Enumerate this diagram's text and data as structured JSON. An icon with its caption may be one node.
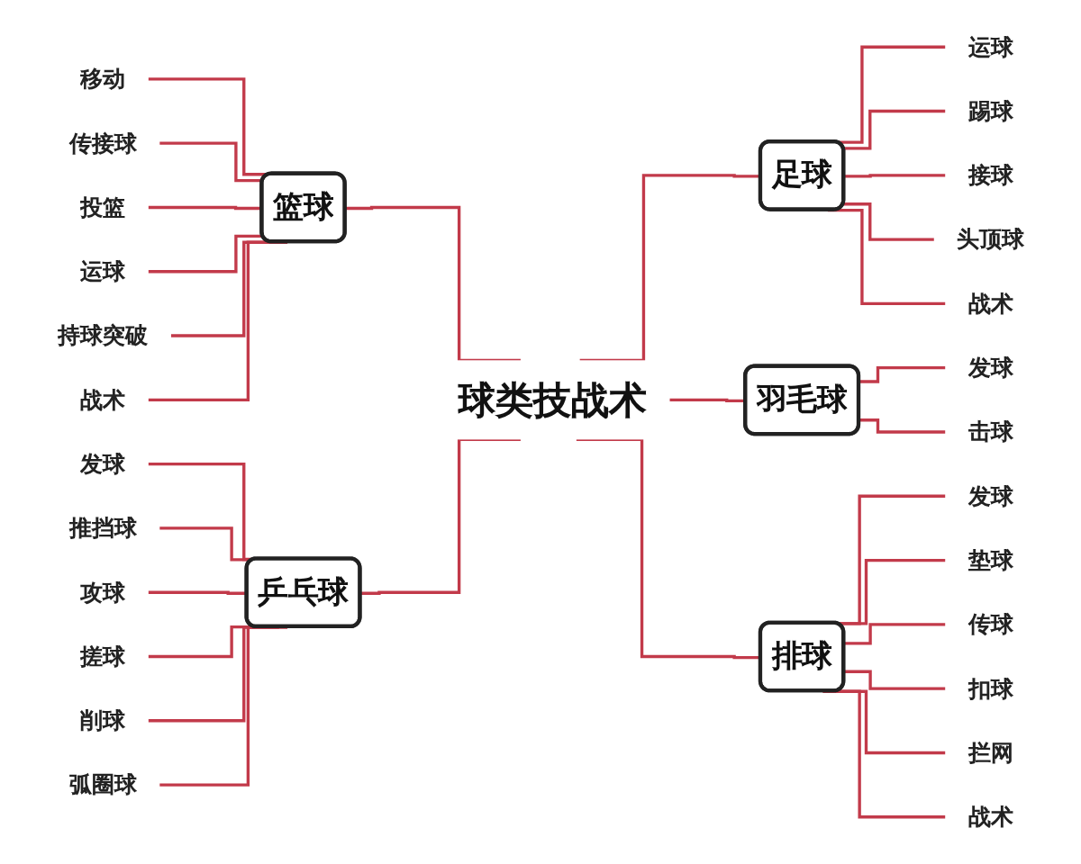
{
  "diagram": {
    "nodes": [
      {
        "text": [
          "球类技战术"
        ]
      },
      {
        "text": [
          "篮球"
        ]
      },
      {
        "text": [
          "移动"
        ]
      },
      {
        "text": [
          "传接球"
        ]
      },
      {
        "text": [
          "投篮"
        ]
      },
      {
        "text": [
          "运球"
        ]
      },
      {
        "text": [
          "持球突破"
        ]
      },
      {
        "text": [
          "战术"
        ]
      },
      {
        "text": [
          "乒乓球"
        ]
      },
      {
        "text": [
          "发球"
        ]
      },
      {
        "text": [
          "推挡球"
        ]
      },
      {
        "text": [
          "攻球"
        ]
      },
      {
        "text": [
          "搓球"
        ]
      },
      {
        "text": [
          "削球"
        ]
      },
      {
        "text": [
          "弧圈球"
        ]
      },
      {
        "text": [
          "足球"
        ]
      },
      {
        "text": [
          "运球"
        ]
      },
      {
        "text": [
          "踢球"
        ]
      },
      {
        "text": [
          "接球"
        ]
      },
      {
        "text": [
          "头顶球"
        ]
      },
      {
        "text": [
          "战术"
        ]
      },
      {
        "text": [
          "羽毛球"
        ]
      },
      {
        "text": [
          "发球"
        ]
      },
      {
        "text": [
          "击球"
        ]
      },
      {
        "text": [
          "排球"
        ]
      },
      {
        "text": [
          "发球"
        ]
      },
      {
        "text": [
          "垫球"
        ]
      },
      {
        "text": [
          "传球"
        ]
      },
      {
        "text": [
          "扣球"
        ]
      },
      {
        "text": [
          "拦网"
        ]
      },
      {
        "text": [
          "战术"
        ]
      }
    ],
    "edges": [
      {
        "from": 2,
        "to": 1,
        "arrow": "none",
        "color": "#c23a4a"
      },
      {
        "from": 3,
        "to": 1,
        "arrow": "none",
        "color": "#c23a4a"
      },
      {
        "from": 4,
        "to": 1,
        "arrow": "none",
        "color": "#c23a4a"
      },
      {
        "from": 5,
        "to": 1,
        "arrow": "none",
        "color": "#c23a4a"
      },
      {
        "from": 6,
        "to": 1,
        "arrow": "none",
        "color": "#c23a4a"
      },
      {
        "from": 7,
        "to": 1,
        "arrow": "none",
        "color": "#c23a4a"
      },
      {
        "from": 1,
        "to": 0,
        "arrow": "none",
        "color": "#c23a4a"
      },
      {
        "from": 9,
        "to": 8,
        "arrow": "none",
        "color": "#c23a4a"
      },
      {
        "from": 10,
        "to": 8,
        "arrow": "none",
        "color": "#c23a4a"
      },
      {
        "from": 11,
        "to": 8,
        "arrow": "none",
        "color": "#c23a4a"
      },
      {
        "from": 12,
        "to": 8,
        "arrow": "none",
        "color": "#c23a4a"
      },
      {
        "from": 13,
        "to": 8,
        "arrow": "none",
        "color": "#c23a4a"
      },
      {
        "from": 14,
        "to": 8,
        "arrow": "none",
        "color": "#c23a4a"
      },
      {
        "from": 8,
        "to": 0,
        "arrow": "none",
        "color": "#c23a4a"
      },
      {
        "from": 0,
        "to": 15,
        "arrow": "none",
        "color": "#c23a4a"
      },
      {
        "from": 15,
        "to": 16,
        "arrow": "none",
        "color": "#c23a4a"
      },
      {
        "from": 15,
        "to": 17,
        "arrow": "none",
        "color": "#c23a4a"
      },
      {
        "from": 15,
        "to": 18,
        "arrow": "none",
        "color": "#c23a4a"
      },
      {
        "from": 15,
        "to": 19,
        "arrow": "none",
        "color": "#c23a4a"
      },
      {
        "from": 15,
        "to": 20,
        "arrow": "none",
        "color": "#c23a4a"
      },
      {
        "from": 0,
        "to": 21,
        "arrow": "none",
        "color": "#c23a4a"
      },
      {
        "from": 21,
        "to": 22,
        "arrow": "none",
        "color": "#c23a4a"
      },
      {
        "from": 21,
        "to": 23,
        "arrow": "none",
        "color": "#c23a4a"
      },
      {
        "from": 0,
        "to": 24,
        "arrow": "none",
        "color": "#c23a4a"
      },
      {
        "from": 24,
        "to": 25,
        "arrow": "none",
        "color": "#c23a4a"
      },
      {
        "from": 24,
        "to": 26,
        "arrow": "none",
        "color": "#c23a4a"
      },
      {
        "from": 24,
        "to": 27,
        "arrow": "none",
        "color": "#c23a4a"
      },
      {
        "from": 24,
        "to": 28,
        "arrow": "none",
        "color": "#c23a4a"
      },
      {
        "from": 24,
        "to": 29,
        "arrow": "none",
        "color": "#c23a4a"
      },
      {
        "from": 24,
        "to": 30,
        "arrow": "none",
        "color": "#c23a4a"
      }
    ]
  }
}
